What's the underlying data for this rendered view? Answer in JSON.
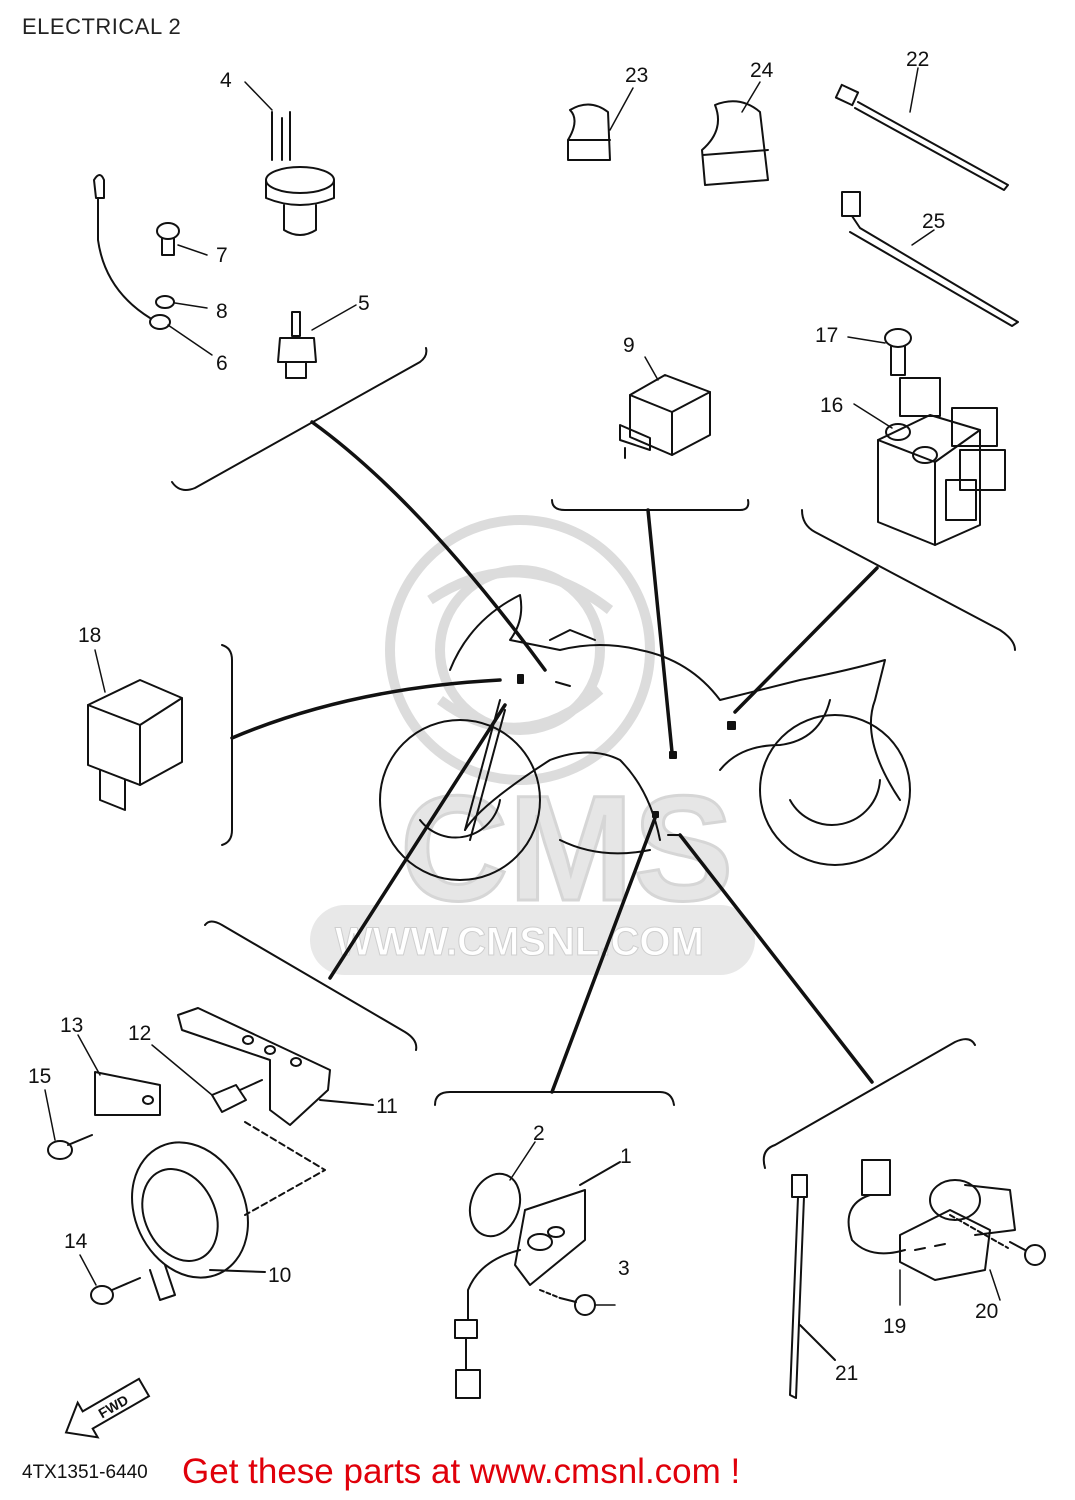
{
  "title": "ELECTRICAL 2",
  "watermark": {
    "logo_text": "CMS",
    "url_text": "WWW.CMSNL.COM"
  },
  "fwd_label": "FWD",
  "doc_code": "4TX1351-6440",
  "footer_text": "Get these parts at www.cmsnl.com !",
  "colors": {
    "line": "#111111",
    "footer": "#e0000a",
    "watermark": "#d9d9d9"
  },
  "parts": [
    {
      "id": "1"
    },
    {
      "id": "2"
    },
    {
      "id": "3"
    },
    {
      "id": "4"
    },
    {
      "id": "5"
    },
    {
      "id": "6"
    },
    {
      "id": "7"
    },
    {
      "id": "8"
    },
    {
      "id": "9"
    },
    {
      "id": "10"
    },
    {
      "id": "11"
    },
    {
      "id": "12"
    },
    {
      "id": "13"
    },
    {
      "id": "14"
    },
    {
      "id": "15"
    },
    {
      "id": "16"
    },
    {
      "id": "17"
    },
    {
      "id": "18"
    },
    {
      "id": "19"
    },
    {
      "id": "20"
    },
    {
      "id": "21"
    },
    {
      "id": "22"
    },
    {
      "id": "23"
    },
    {
      "id": "24"
    },
    {
      "id": "25"
    }
  ]
}
